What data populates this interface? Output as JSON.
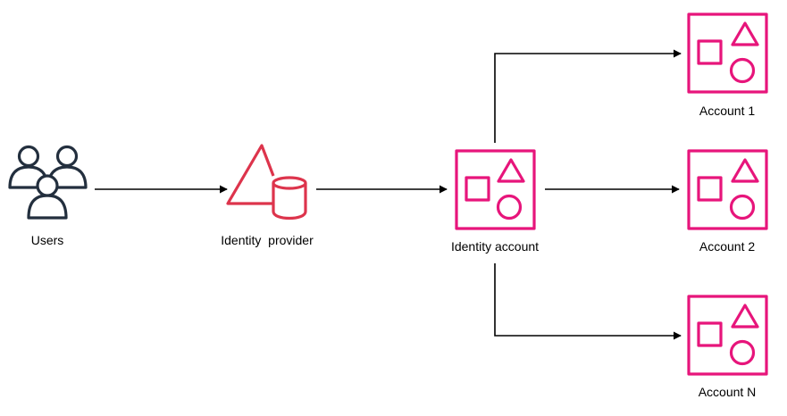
{
  "nodes": {
    "users": {
      "label": "Users",
      "icon": "users-icon",
      "color": "#232f3e"
    },
    "identity_provider": {
      "label": "Identity  provider",
      "icon": "identity-provider-icon",
      "color": "#dd344c"
    },
    "identity_account": {
      "label": "Identity account",
      "icon": "account-icon",
      "color": "#e7157b"
    },
    "account_1": {
      "label": "Account 1",
      "icon": "account-icon",
      "color": "#e7157b"
    },
    "account_2": {
      "label": "Account 2",
      "icon": "account-icon",
      "color": "#e7157b"
    },
    "account_n": {
      "label": "Account N",
      "icon": "account-icon",
      "color": "#e7157b"
    }
  },
  "edges": [
    {
      "from": "Users",
      "to": "Identity  provider"
    },
    {
      "from": "Identity  provider",
      "to": "Identity account"
    },
    {
      "from": "Identity account",
      "to": "Account 1"
    },
    {
      "from": "Identity account",
      "to": "Account 2"
    },
    {
      "from": "Identity account",
      "to": "Account N"
    }
  ],
  "colors": {
    "connector": "#000000",
    "account_accent": "#e7157b",
    "idp_accent": "#dd344c",
    "users_accent": "#232f3e"
  }
}
